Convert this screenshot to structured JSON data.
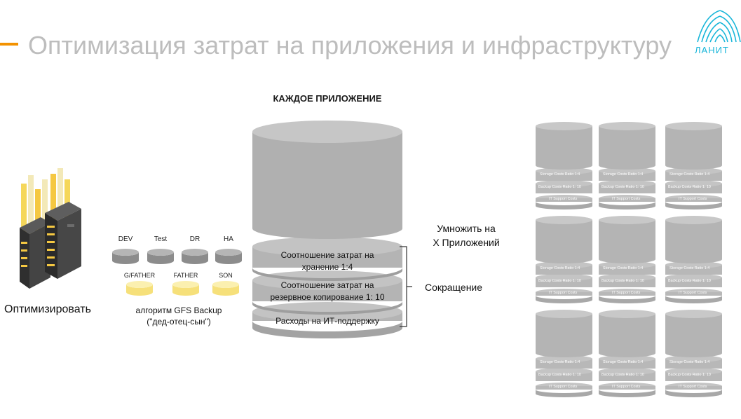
{
  "page": {
    "title": "Оптимизация затрат на приложения и инфраструктуру",
    "logo_text": "ЛАНИТ",
    "accent_color": "#f39200",
    "logo_color": "#19b6d9"
  },
  "left": {
    "optimize_label": "Оптимизировать"
  },
  "environments": {
    "labels": [
      "DEV",
      "Test",
      "DR",
      "HA"
    ]
  },
  "backup": {
    "labels": [
      "G/FATHER",
      "FATHER",
      "SON"
    ],
    "caption_line1": "алгоритм GFS Backup",
    "caption_line2": "(\"дед-отец-сын\")"
  },
  "center": {
    "heading": "КАЖДОЕ ПРИЛОЖЕНИЕ",
    "layers": [
      {
        "line1": "Соотношение затрат на",
        "line2": "хранение 1:4"
      },
      {
        "line1": "Соотношение затрат на",
        "line2": "резервное копирование 1: 10"
      },
      {
        "line1": "Расходы на ИТ-поддержку",
        "line2": ""
      }
    ]
  },
  "side": {
    "multiply_line1": "Умножить на",
    "multiply_line2": "X Приложений",
    "reduce_label": "Сокращение"
  },
  "mini_cylinder": {
    "storage_label": "Storage Costs",
    "storage_ratio": "Ratio 1:4",
    "backup_label": "Backup Costs",
    "backup_ratio": "Ratio 1: 10",
    "support_label": "IT Support Costs"
  }
}
